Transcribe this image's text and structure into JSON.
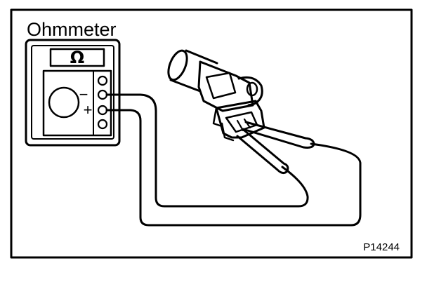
{
  "diagram": {
    "title": "Ohmmeter",
    "figure_code": "P14244",
    "meter": {
      "display_symbol": "Ω",
      "negative_sign": "−",
      "positive_sign": "+"
    },
    "colors": {
      "ink": "#000000",
      "background": "#ffffff"
    }
  }
}
